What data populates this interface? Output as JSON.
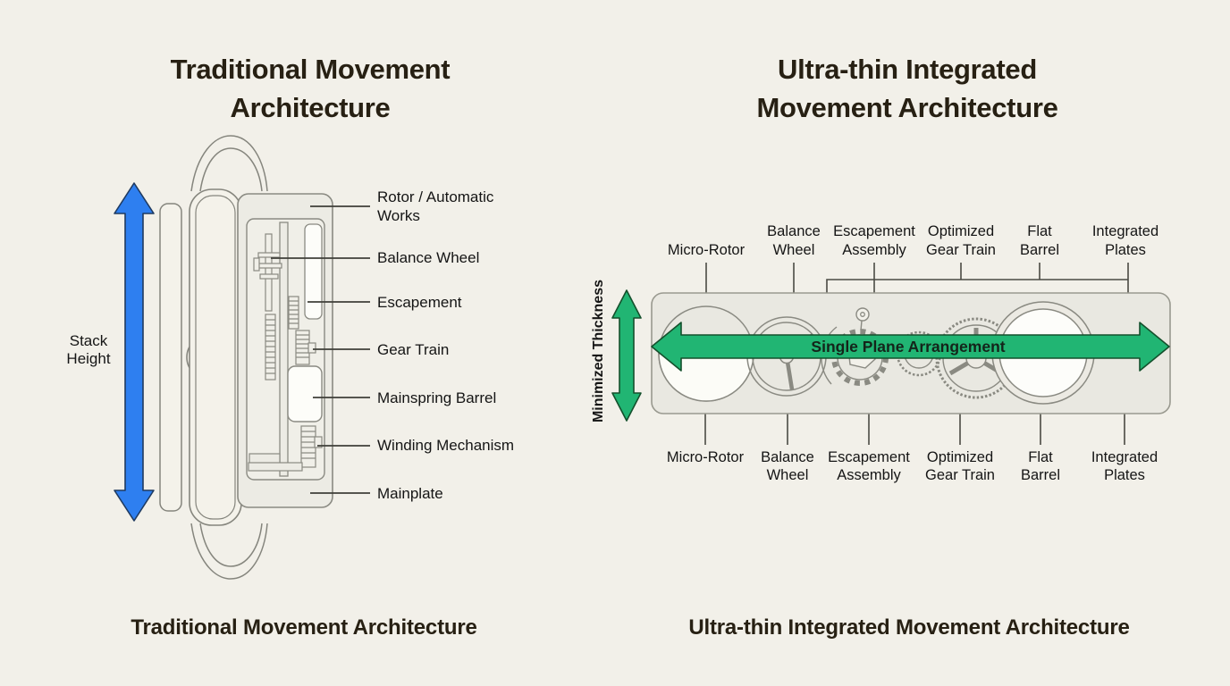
{
  "page": {
    "background": "#f2f0e9"
  },
  "colors": {
    "accent_blue": "#2e7ff0",
    "accent_green": "#21b573",
    "line_gray": "#8a8a82",
    "plate_fill": "#e9e8e1",
    "text_dark": "#272013"
  },
  "left_panel": {
    "title": "Traditional Movement Architecture",
    "caption": "Traditional Movement Architecture",
    "axis_label": "Stack Height",
    "labels": [
      "Rotor / Automatic Works",
      "Balance Wheel",
      "Escapement",
      "Gear Train",
      "Mainspring Barrel",
      "Winding Mechanism",
      "Mainplate"
    ]
  },
  "right_panel": {
    "title": "Ultra-thin Integrated Movement Architecture",
    "caption": "Ultra-thin Integrated Movement Architecture",
    "axis_label": "Minimized Thickness",
    "arrow_label": "Single Plane Arrangement",
    "top_labels": [
      "Micro-Rotor",
      "Balance Wheel",
      "Escapement Assembly",
      "Optimized Gear Train",
      "Flat Barrel",
      "Integrated Plates"
    ],
    "bottom_labels": [
      "Micro-Rotor",
      "Balance Wheel",
      "Escapement Assembly",
      "Optimized Gear Train",
      "Flat Barrel",
      "Integrated Plates"
    ]
  }
}
